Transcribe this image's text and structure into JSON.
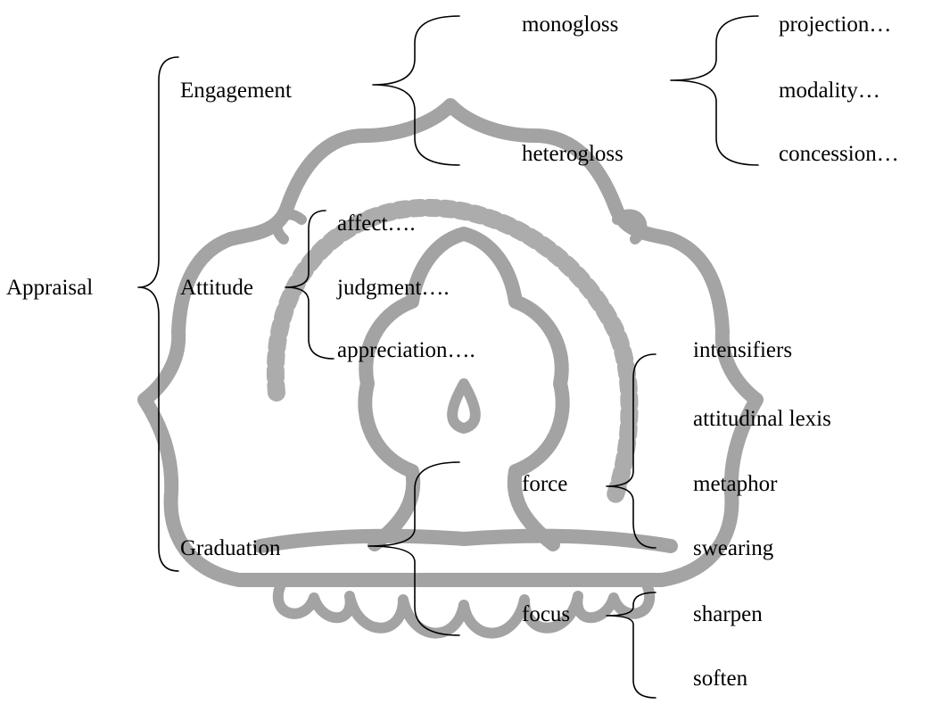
{
  "diagram": {
    "root": "Appraisal",
    "level1": {
      "engagement": "Engagement",
      "attitude": "Attitude",
      "graduation": "Graduation"
    },
    "engagement": {
      "monogloss": "monogloss",
      "heterogloss": "heterogloss",
      "heterogloss_items": {
        "projection": "projection…",
        "modality": "modality…",
        "concession": "concession…"
      }
    },
    "attitude": {
      "affect": "affect….",
      "judgment": "judgment….",
      "appreciation": "appreciation…."
    },
    "graduation": {
      "force": "force",
      "focus": "focus",
      "force_items": {
        "intensifiers": "intensifiers",
        "attitudinal_lexis": "attitudinal lexis",
        "metaphor": "metaphor",
        "swearing": "swearing"
      },
      "focus_items": {
        "sharpen": "sharpen",
        "soften": "soften"
      }
    }
  },
  "colors": {
    "text": "#000000",
    "bracket": "#000000",
    "watermark": "#8a8a8a"
  }
}
